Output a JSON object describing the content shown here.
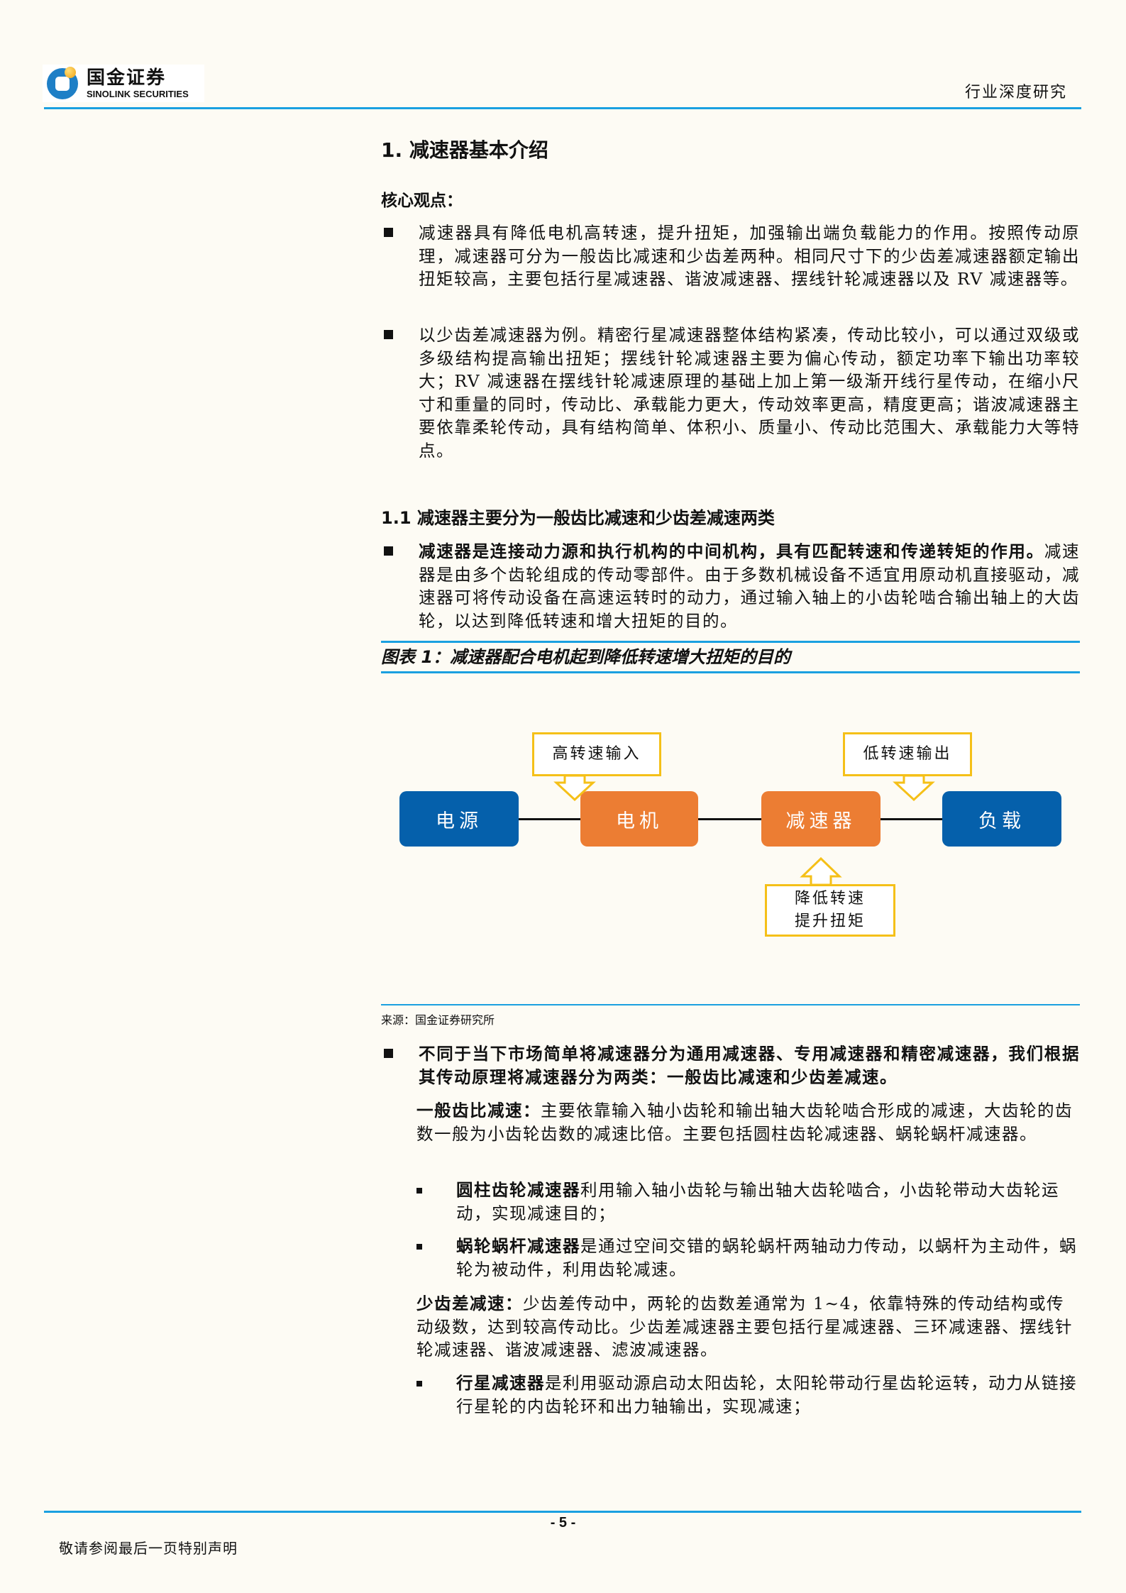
{
  "header": {
    "logo_cn": "国金证券",
    "logo_en": "SINOLINK SECURITIES",
    "report_type": "行业深度研究",
    "accent_color": "#1aa0e0"
  },
  "section1": {
    "title": "1.  减速器基本介绍",
    "core_label": "核心观点：",
    "core_points": [
      "减速器具有降低电机高转速，提升扭矩，加强输出端负载能力的作用。按照传动原理，减速器可分为一般齿比减速和少齿差两种。相同尺寸下的少齿差减速器额定输出扭矩较高，主要包括行星减速器、谐波减速器、摆线针轮减速器以及 RV 减速器等。",
      "以少齿差减速器为例。精密行星减速器整体结构紧凑，传动比较小，可以通过双级或多级结构提高输出扭矩；摆线针轮减速器主要为偏心传动，额定功率下输出功率较大；RV 减速器在摆线针轮减速原理的基础上加上第一级渐开线行星传动，在缩小尺寸和重量的同时，传动比、承载能力更大，传动效率更高，精度更高；谐波减速器主要依靠柔轮传动，具有结构简单、体积小、质量小、传动比范围大、承载能力大等特点。"
    ]
  },
  "section1_1": {
    "title": "1.1 减速器主要分为一般齿比减速和少齿差减速两类",
    "bullet1_bold": "减速器是连接动力源和执行机构的中间机构，具有匹配转速和传递转矩的作用。",
    "bullet1_text": "减速器是由多个齿轮组成的传动零部件。由于多数机械设备不适宜用原动机直接驱动，减速器可将传动设备在高速运转时的动力，通过输入轴上的小齿轮啮合输出轴上的大齿轮，以达到降低转速和增大扭矩的目的。"
  },
  "figure1": {
    "caption": "图表 1：减速器配合电机起到降低转速增大扭矩的目的",
    "nodes": [
      {
        "label": "电源",
        "color": "#0560ab"
      },
      {
        "label": "电机",
        "color": "#ec7d33"
      },
      {
        "label": "减速器",
        "color": "#ec7d33"
      },
      {
        "label": "负载",
        "color": "#0560ab"
      }
    ],
    "callouts": {
      "high_speed_input": "高转速输入",
      "low_speed_output": "低转速输出",
      "effect_line1": "降低转速",
      "effect_line2": "提升扭矩"
    },
    "callout_border_color": "#f5c018",
    "source": "来源：国金证券研究所"
  },
  "classification": {
    "bullet_bold": "不同于当下市场简单将减速器分为通用减速器、专用减速器和精密减速器，我们根据其传动原理将减速器分为两类：一般齿比减速和少齿差减速。",
    "general": {
      "label": "一般齿比减速：",
      "text": "主要依靠输入轴小齿轮和输出轴大齿轮啮合形成的减速，大齿轮的齿数一般为小齿轮齿数的减速比倍。主要包括圆柱齿轮减速器、蜗轮蜗杆减速器。",
      "items": [
        {
          "bold": "圆柱齿轮减速器",
          "text": "利用输入轴小齿轮与输出轴大齿轮啮合，小齿轮带动大齿轮运动，实现减速目的；"
        },
        {
          "bold": "蜗轮蜗杆减速器",
          "text": "是通过空间交错的蜗轮蜗杆两轴动力传动，以蜗杆为主动件，蜗轮为被动件，利用齿轮减速。"
        }
      ]
    },
    "small_diff": {
      "label": "少齿差减速：",
      "text": "少齿差传动中，两轮的齿数差通常为 1~4，依靠特殊的传动结构或传动级数，达到较高传动比。少齿差减速器主要包括行星减速器、三环减速器、摆线针轮减速器、谐波减速器、滤波减速器。",
      "items": [
        {
          "bold": "行星减速器",
          "text": "是利用驱动源启动太阳齿轮，太阳轮带动行星齿轮运转，动力从链接行星轮的内齿轮环和出力轴输出，实现减速；"
        }
      ]
    }
  },
  "footer": {
    "page_number": "- 5 -",
    "disclaimer": "敬请参阅最后一页特别声明"
  }
}
